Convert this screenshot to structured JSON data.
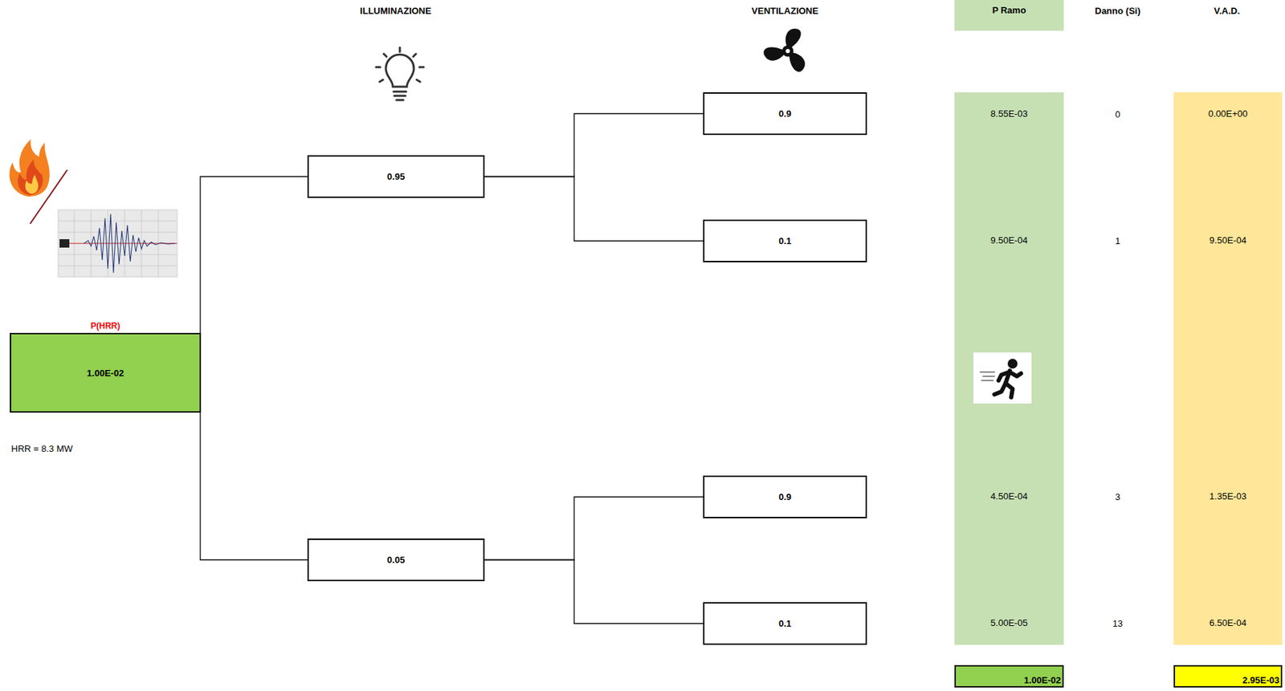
{
  "diagram": {
    "nodes": [
      {
        "text": [
          "P(HRR)",
          "1.00E-02"
        ]
      },
      {
        "text": [
          "0.95"
        ]
      },
      {
        "text": [
          "0.05"
        ]
      },
      {
        "text": [
          "0.9"
        ]
      },
      {
        "text": [
          "0.1"
        ]
      },
      {
        "text": [
          "0.9"
        ]
      },
      {
        "text": [
          "0.1"
        ]
      },
      {
        "text": [
          "P Ramo"
        ]
      },
      {
        "text": [
          "8.55E-03",
          "9.50E-04",
          "4.50E-04",
          "5.00E-05"
        ]
      },
      {
        "text": [
          "0.00E+00",
          "9.50E-04",
          "1.35E-03",
          "6.50E-04"
        ]
      },
      {
        "text": [
          "1.00E-02"
        ]
      },
      {
        "text": [
          "2.95E-03"
        ]
      }
    ],
    "edges": [
      {
        "from": 0,
        "to": 1,
        "arrow": "none"
      },
      {
        "from": 0,
        "to": 2,
        "arrow": "none"
      },
      {
        "from": 1,
        "to": 3,
        "arrow": "none"
      },
      {
        "from": 1,
        "to": 4,
        "arrow": "none"
      },
      {
        "from": 2,
        "to": 5,
        "arrow": "none"
      },
      {
        "from": 2,
        "to": 6,
        "arrow": "none"
      }
    ],
    "labels": [
      "ILLUMINAZIONE",
      "VENTILAZIONE",
      "Danno (Si)",
      "V.A.D.",
      "HRR = 8.3 MW",
      "0",
      "1",
      "3",
      "13"
    ]
  }
}
